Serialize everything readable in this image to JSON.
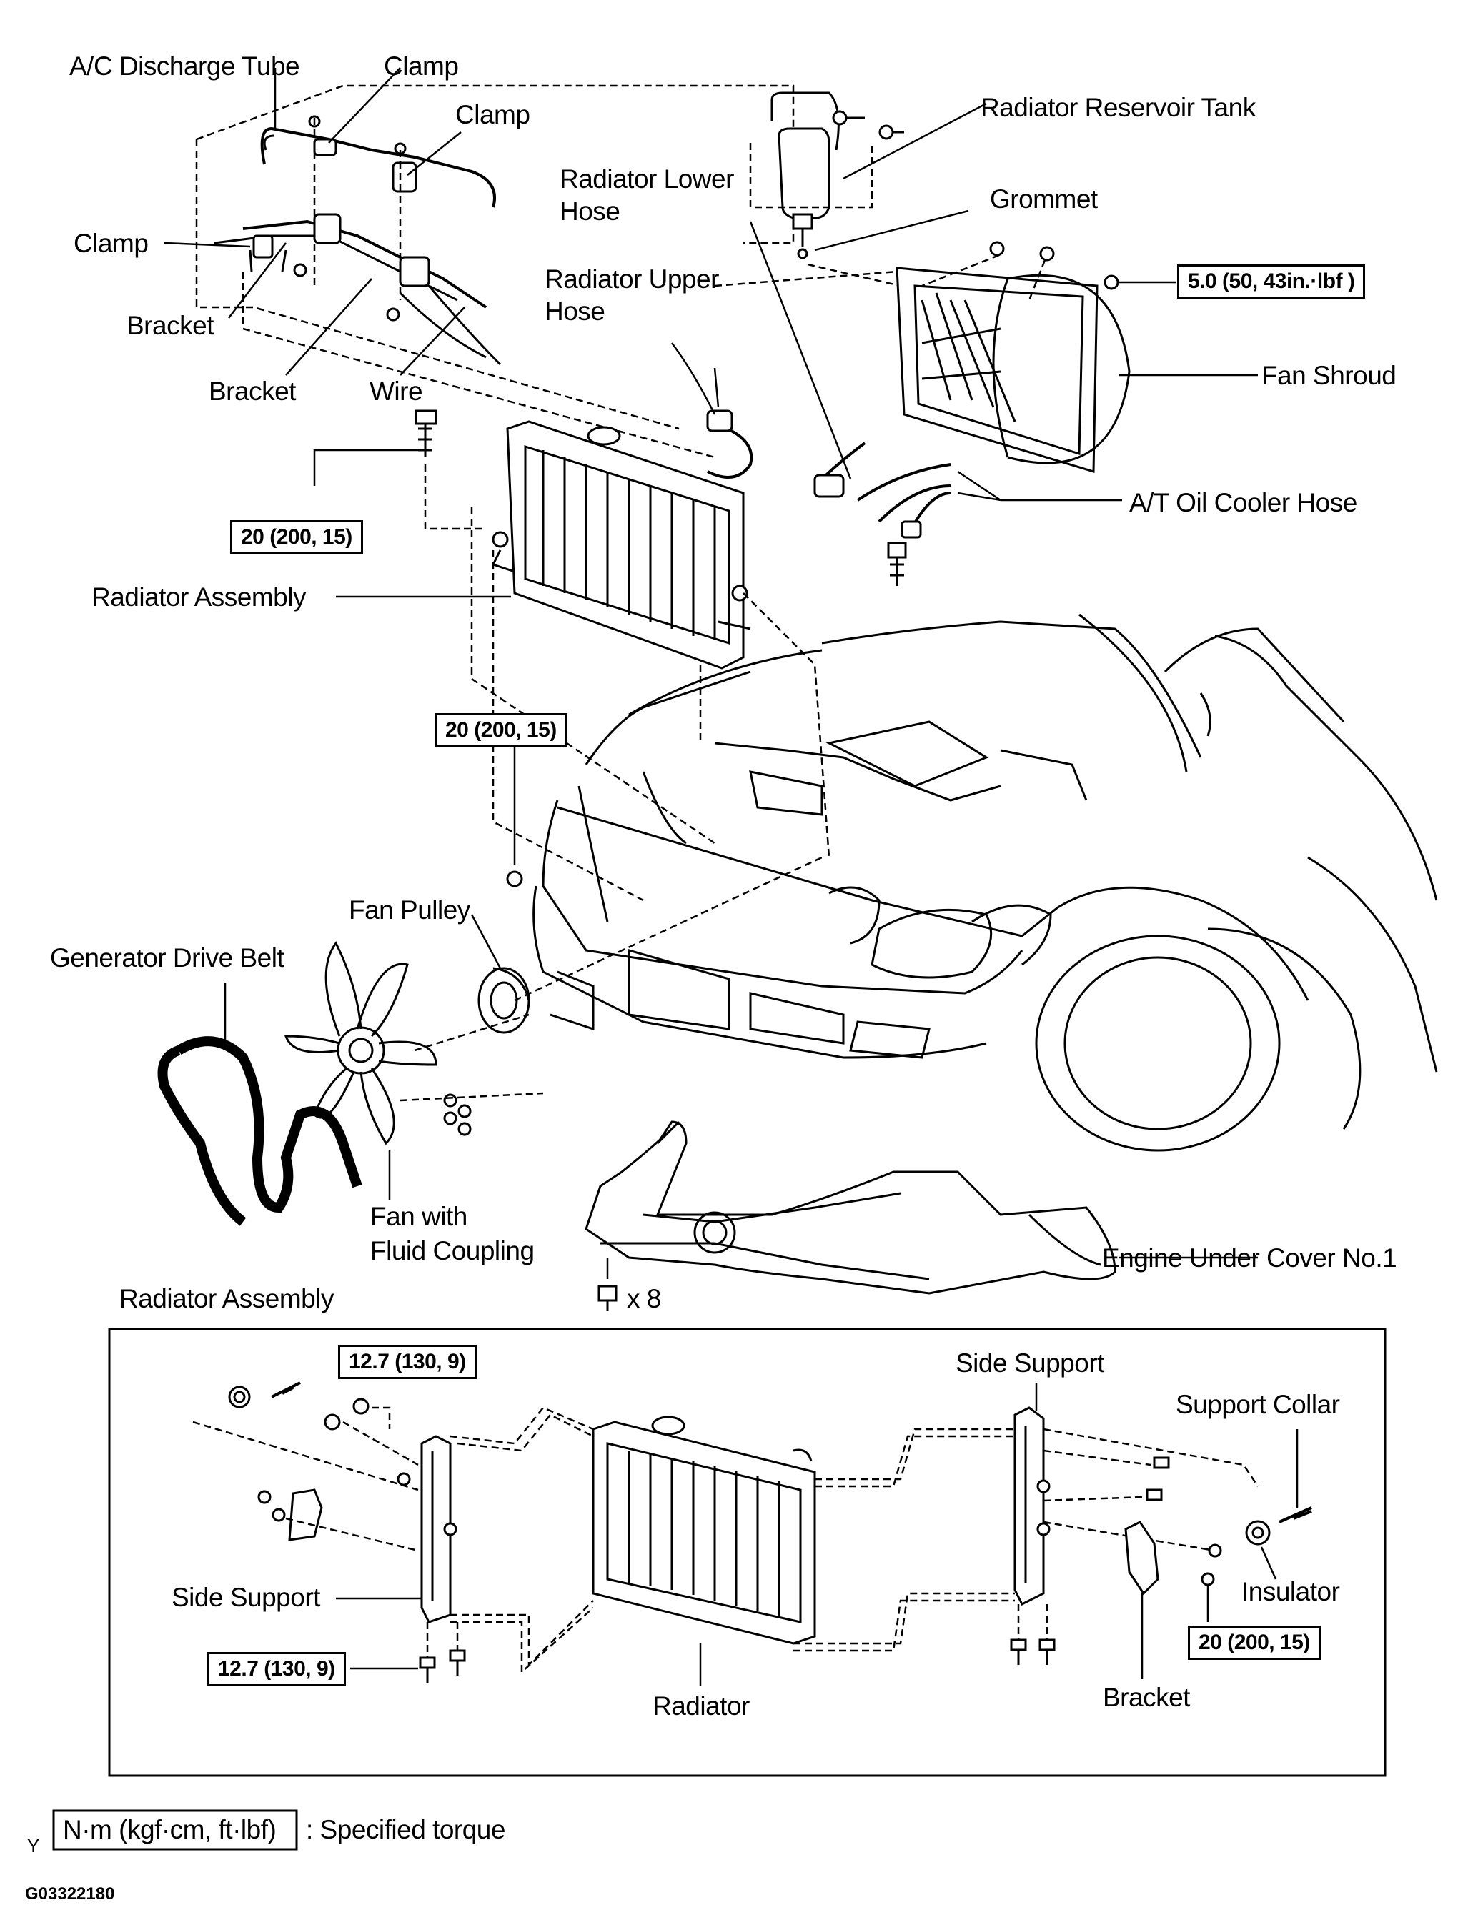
{
  "labels": {
    "ac_discharge_tube": "A/C Discharge Tube",
    "clamp_top": "Clamp",
    "clamp_mid": "Clamp",
    "clamp_left": "Clamp",
    "bracket_left": "Bracket",
    "bracket_mid": "Bracket",
    "wire": "Wire",
    "radiator_reservoir_tank": "Radiator Reservoir Tank",
    "radiator_lower_hose_1": "Radiator Lower",
    "radiator_lower_hose_2": "Hose",
    "grommet": "Grommet",
    "radiator_upper_hose_1": "Radiator Upper",
    "radiator_upper_hose_2": "Hose",
    "fan_shroud": "Fan Shroud",
    "at_oil_cooler_hose": "A/T Oil Cooler Hose",
    "radiator_assembly": "Radiator Assembly",
    "fan_pulley": "Fan Pulley",
    "generator_drive_belt": "Generator Drive Belt",
    "fan_with_fluid_coupling_1": "Fan with",
    "fan_with_fluid_coupling_2": "Fluid Coupling",
    "engine_under_cover": "Engine Under Cover No.1",
    "x8": "x 8",
    "inset_title": "Radiator Assembly",
    "side_support_right": "Side Support",
    "support_collar": "Support Collar",
    "side_support_left": "Side Support",
    "insulator": "Insulator",
    "radiator": "Radiator",
    "bracket_inset": "Bracket"
  },
  "torques": {
    "fan_shroud": "5.0 (50, 43in.·lbf )",
    "radiator_top": "20 (200, 15)",
    "radiator_bottom": "20 (200, 15)",
    "inset_top_left": "12.7 (130, 9)",
    "inset_bottom_left": "12.7 (130, 9)",
    "inset_right": "20 (200, 15)"
  },
  "legend": {
    "marker": "Y",
    "box": "N·m (kgf·cm, ft·lbf)",
    "text": ": Specified torque"
  },
  "figure_code": "G03322180"
}
